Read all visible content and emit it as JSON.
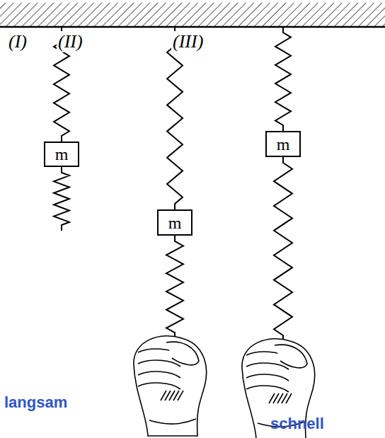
{
  "diagram": {
    "nodes": [
      {
        "text": [
          "m"
        ]
      },
      {
        "text": [
          "m"
        ]
      },
      {
        "text": [
          "m"
        ]
      }
    ],
    "labels": [
      "(I)",
      "(II)",
      "(III)",
      "langsam",
      "schnell"
    ]
  }
}
